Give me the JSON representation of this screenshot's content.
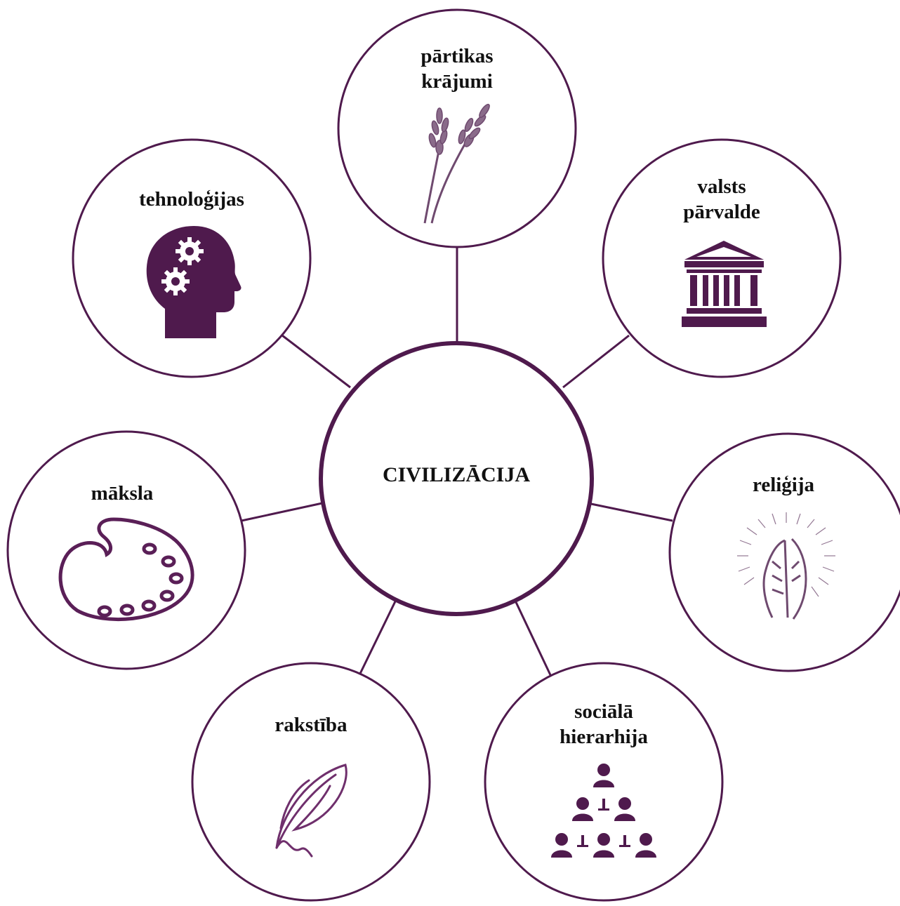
{
  "colors": {
    "accent": "#4f1a4d",
    "text": "#111111",
    "background": "#ffffff"
  },
  "center": {
    "label": "CIVILIZĀCIJA"
  },
  "nodes": [
    {
      "id": "food-supplies",
      "lines": [
        "pārtikas",
        "krājumi"
      ],
      "icon": "wheat-icon"
    },
    {
      "id": "state-government",
      "lines": [
        "valsts",
        "pārvalde"
      ],
      "icon": "government-building-icon"
    },
    {
      "id": "religion",
      "lines": [
        "reliģija"
      ],
      "icon": "praying-hands-icon"
    },
    {
      "id": "social-hierarchy",
      "lines": [
        "sociālā",
        "hierarhija"
      ],
      "icon": "hierarchy-people-icon"
    },
    {
      "id": "writing",
      "lines": [
        "rakstība"
      ],
      "icon": "quill-feather-icon"
    },
    {
      "id": "art",
      "lines": [
        "māksla"
      ],
      "icon": "paint-palette-icon"
    },
    {
      "id": "technologies",
      "lines": [
        "tehnoloģijas"
      ],
      "icon": "head-gears-icon"
    }
  ]
}
